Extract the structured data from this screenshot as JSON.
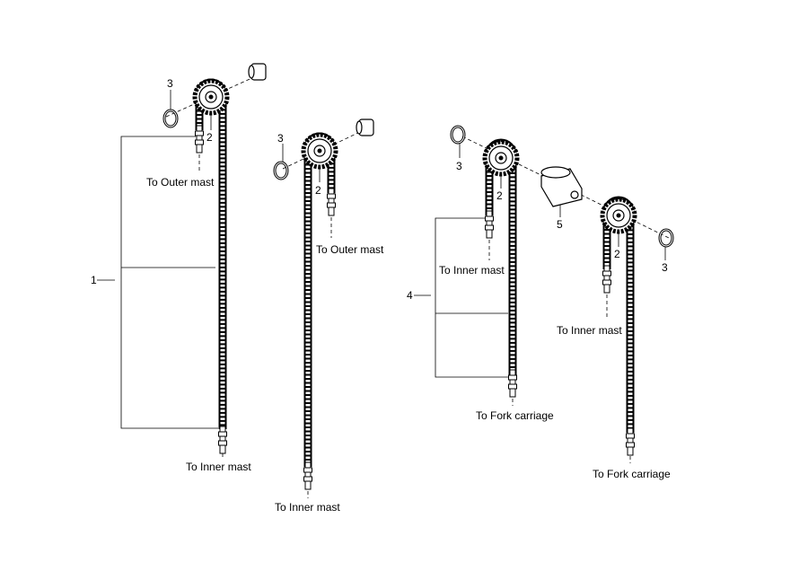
{
  "assembly_1": {
    "callout": "1",
    "ring_label": "3",
    "pulley_label": "2",
    "top_label": "To Outer mast",
    "bottom_label": "To Inner mast"
  },
  "assembly_2": {
    "ring_label": "3",
    "pulley_label": "2",
    "top_label": "To Outer mast",
    "bottom_label": "To Inner mast"
  },
  "assembly_3": {
    "callout": "4",
    "ring_label": "3",
    "pulley_label": "2",
    "top_label": "To Inner mast",
    "bottom_label": "To Fork carriage"
  },
  "assembly_4": {
    "cylinder_label": "5",
    "ring_label": "3",
    "pulley_label": "2",
    "top_label": "To Inner mast",
    "bottom_label": "To Fork carriage"
  }
}
